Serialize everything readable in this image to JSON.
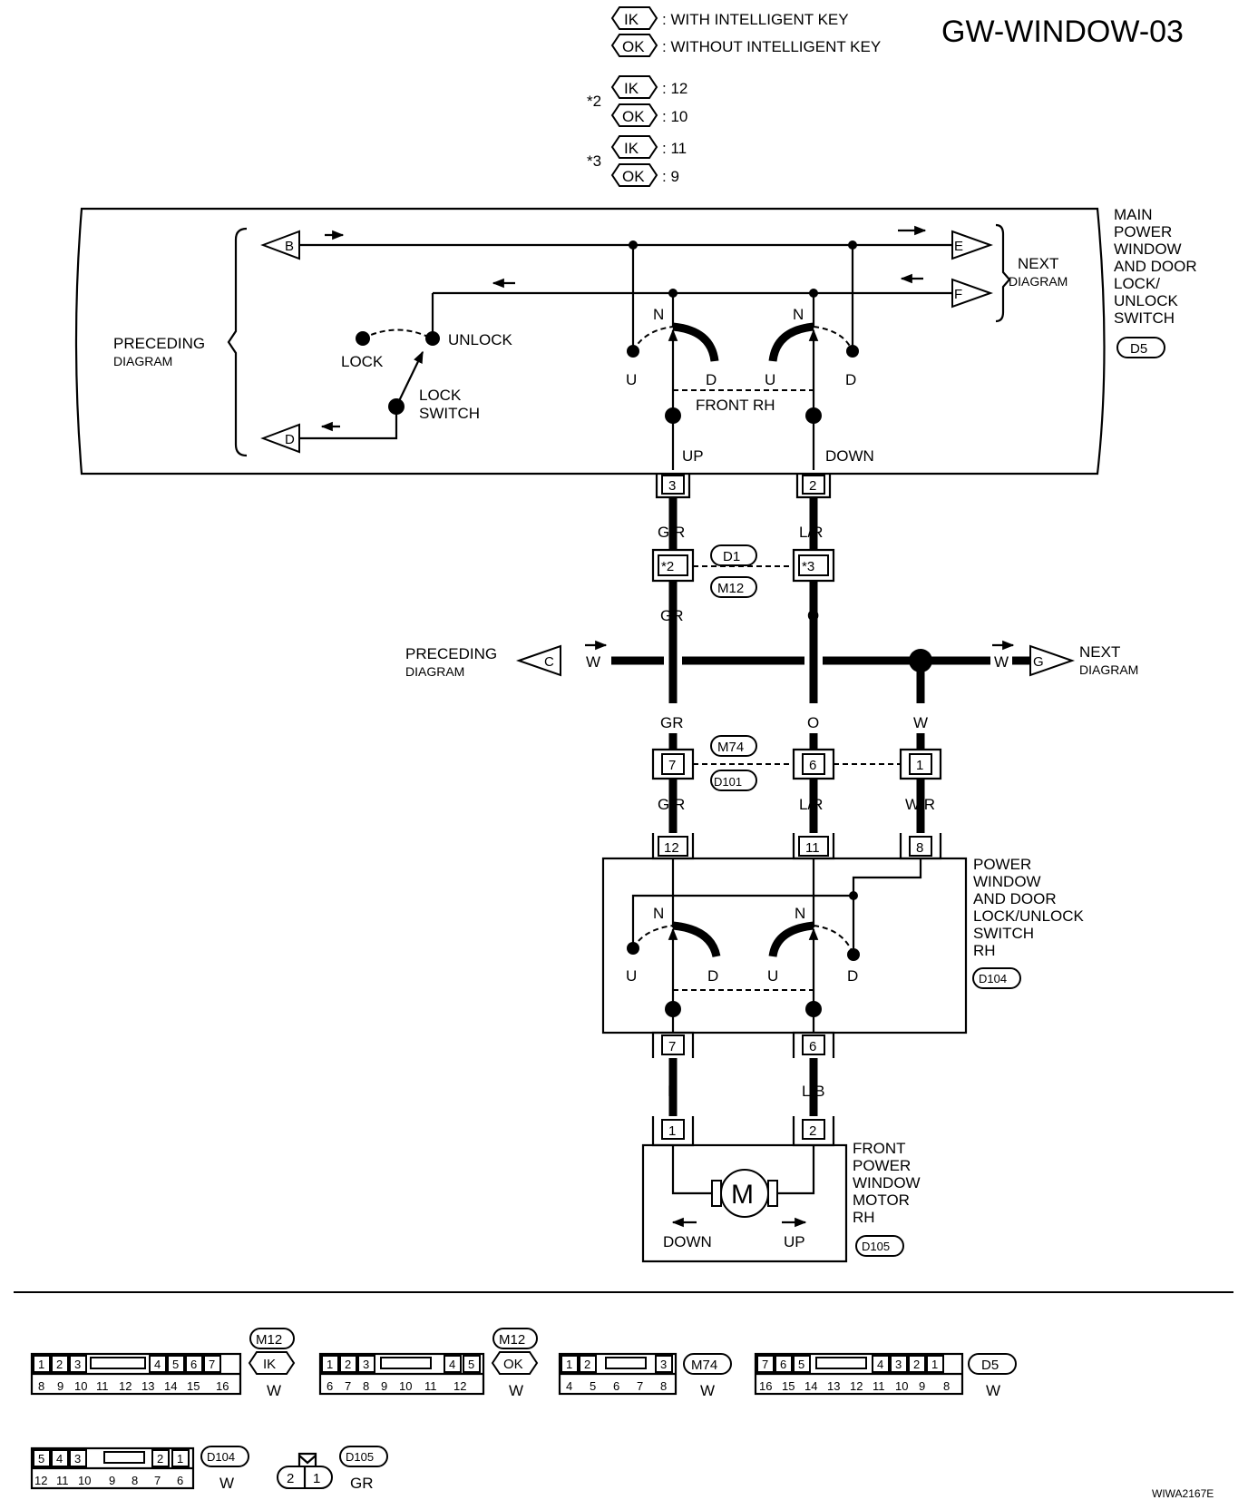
{
  "title": "GW-WINDOW-03",
  "image_code": "WIWA2167E",
  "legend": {
    "ik_tag": "IK",
    "ok_tag": "OK",
    "ik_desc": ": WITH INTELLIGENT KEY",
    "ok_desc": ": WITHOUT INTELLIGENT KEY",
    "star2": "*2",
    "star3": "*3",
    "star2_ik": ": 12",
    "star2_ok": ": 10",
    "star3_ik": ": 11",
    "star3_ok": ": 9"
  },
  "main_switch": {
    "name_lines": [
      "MAIN",
      "POWER",
      "WINDOW",
      "AND DOOR",
      "LOCK/",
      "UNLOCK",
      "SWITCH"
    ],
    "connector": "D5",
    "preceding_lines": [
      "PRECEDING",
      "DIAGRAM"
    ],
    "next_lines": [
      "NEXT",
      "DIAGRAM"
    ],
    "flag_b": "B",
    "flag_d": "D",
    "flag_e": "E",
    "flag_f": "F",
    "lock": "LOCK",
    "unlock": "UNLOCK",
    "lock_switch_lines": [
      "LOCK",
      "SWITCH"
    ],
    "n_label": "N",
    "u_label": "U",
    "d_label": "D",
    "front_rh": "FRONT RH",
    "up": "UP",
    "down": "DOWN",
    "pin_up": "3",
    "pin_down": "2"
  },
  "wires": {
    "w1": "G/R",
    "w2": "L/R",
    "w3": "GR",
    "w4": "O",
    "w5": "W",
    "w6": "W/R",
    "w7": "L",
    "w8": "L/B"
  },
  "junction": {
    "pin_a": "*2",
    "pin_b": "*3",
    "conn_top": "D1",
    "conn_bottom": "M12"
  },
  "bus": {
    "left_flag": "C",
    "right_flag": "G",
    "wire": "W",
    "preceding_lines": [
      "PRECEDING",
      "DIAGRAM"
    ],
    "next_lines": [
      "NEXT",
      "DIAGRAM"
    ]
  },
  "junction2": {
    "pin_a": "7",
    "pin_b": "6",
    "pin_c": "1",
    "conn_top": "M74",
    "conn_bottom": "D101"
  },
  "rh_switch": {
    "name_lines": [
      "POWER",
      "WINDOW",
      "AND DOOR",
      "LOCK/UNLOCK",
      "SWITCH",
      "RH"
    ],
    "connector": "D104",
    "pin_a": "12",
    "pin_b": "11",
    "pin_c": "8",
    "pin_out_a": "7",
    "pin_out_b": "6"
  },
  "motor": {
    "name_lines": [
      "FRONT",
      "POWER",
      "WINDOW",
      "MOTOR",
      "RH"
    ],
    "connector": "D105",
    "symbol": "M",
    "down": "DOWN",
    "up": "UP",
    "pin_a": "1",
    "pin_b": "2"
  },
  "connectors": {
    "m12_ik": {
      "name": "M12",
      "tag": "IK",
      "color": "W",
      "top": [
        "1",
        "2",
        "3",
        "4",
        "5",
        "6",
        "7"
      ],
      "bottom": [
        "8",
        "9",
        "10",
        "11",
        "12",
        "13",
        "14",
        "15",
        "16"
      ]
    },
    "m12_ok": {
      "name": "M12",
      "tag": "OK",
      "color": "W",
      "top": [
        "1",
        "2",
        "3",
        "4",
        "5"
      ],
      "bottom": [
        "6",
        "7",
        "8",
        "9",
        "10",
        "11",
        "12"
      ]
    },
    "m74": {
      "name": "M74",
      "color": "W",
      "top": [
        "1",
        "2",
        "3"
      ],
      "bottom": [
        "4",
        "5",
        "6",
        "7",
        "8"
      ]
    },
    "d5": {
      "name": "D5",
      "color": "W",
      "top": [
        "7",
        "6",
        "5",
        "4",
        "3",
        "2",
        "1"
      ],
      "bottom": [
        "16",
        "15",
        "14",
        "13",
        "12",
        "11",
        "10",
        "9",
        "8"
      ]
    },
    "d104": {
      "name": "D104",
      "color": "W",
      "top": [
        "5",
        "4",
        "3",
        "2",
        "1"
      ],
      "bottom": [
        "12",
        "11",
        "10",
        "9",
        "8",
        "7",
        "6"
      ]
    },
    "d105": {
      "name": "D105",
      "color": "GR",
      "pins": [
        "2",
        "1"
      ]
    }
  }
}
